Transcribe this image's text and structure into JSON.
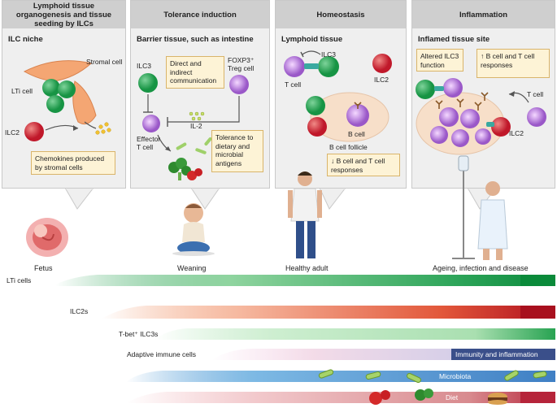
{
  "panels": [
    {
      "heading": "Lymphoid tissue organogenesis and tissue seeding by ILCs",
      "subtitle": "ILC niche"
    },
    {
      "heading": "Tolerance induction",
      "subtitle": "Barrier tissue, such as intestine"
    },
    {
      "heading": "Homeostasis",
      "subtitle": "Lymphoid tissue"
    },
    {
      "heading": "Inflammation",
      "subtitle": "Inflamed tissue site"
    }
  ],
  "labels": {
    "stromal_cell": "Stromal cell",
    "lti_cell": "LTi cell",
    "ilc2": "ILC2",
    "ilc3": "ILC3",
    "il2": "IL-2",
    "foxp3_treg": "FOXP3⁺ Treg cell",
    "effector_t": "Effector T cell",
    "t_cell": "T cell",
    "b_cell": "B cell",
    "b_cell_follicle": "B cell follicle"
  },
  "boxes": {
    "chemokines": "Chemokines produced by stromal cells",
    "communication": "Direct and indirect communication",
    "tolerance": "Tolerance to dietary and microbial antigens",
    "homeostasis_response": "↓ B cell and T cell responses",
    "altered_ilc3": "Altered ILC3 function",
    "inflammation_response": "↑ B cell and T cell responses"
  },
  "stages": [
    "Fetus",
    "Weaning",
    "Healthy adult",
    "Ageing, infection and disease"
  ],
  "bars": {
    "lti": "LTi cells",
    "ilc2s": "ILC2s",
    "tbet_ilc3s": "T-bet⁺ ILC3s",
    "adaptive": "Adaptive immune cells",
    "immunity": "Immunity and inflammation",
    "microbiota": "Microbiota",
    "diet": "Diet"
  },
  "colors": {
    "green": "#1a9a4a",
    "red": "#c0182a",
    "purple": "#a06ad0",
    "navy": "#3a4f8a",
    "blue": "#3f8fd0",
    "diet_red": "#c0182a"
  }
}
